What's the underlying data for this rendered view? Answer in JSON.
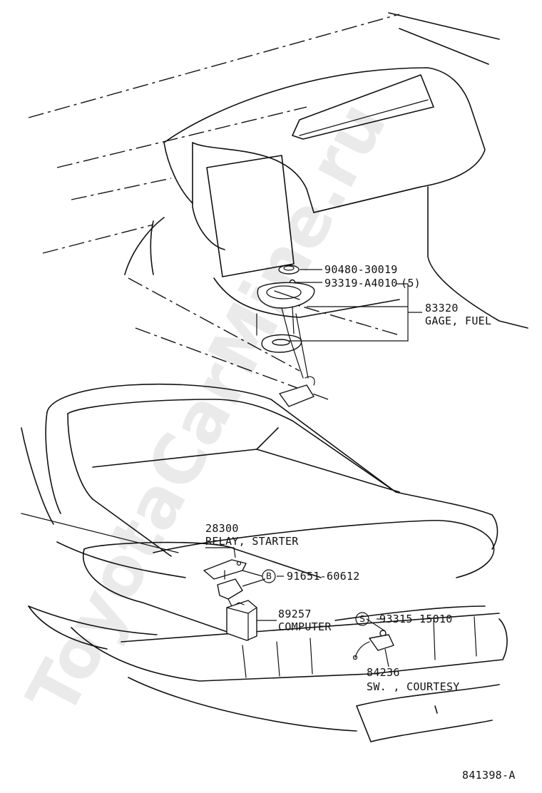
{
  "watermark": "ToyotaCarMine.ru",
  "diagram_id": "841398-A",
  "parts": [
    {
      "number": "90480-30019",
      "name": ""
    },
    {
      "number": "93319-A4010",
      "qty": "(5)",
      "name": ""
    },
    {
      "number": "83320",
      "name": "GAGE, FUEL"
    },
    {
      "number": "28300",
      "name": "RELAY, STARTER"
    },
    {
      "number": "91651-60612",
      "marker": "B",
      "name": ""
    },
    {
      "number": "89257",
      "name": "COMPUTER"
    },
    {
      "number": "93315-15010",
      "marker": "S",
      "name": ""
    },
    {
      "number": "84236",
      "name": "SW. , COURTESY"
    }
  ]
}
